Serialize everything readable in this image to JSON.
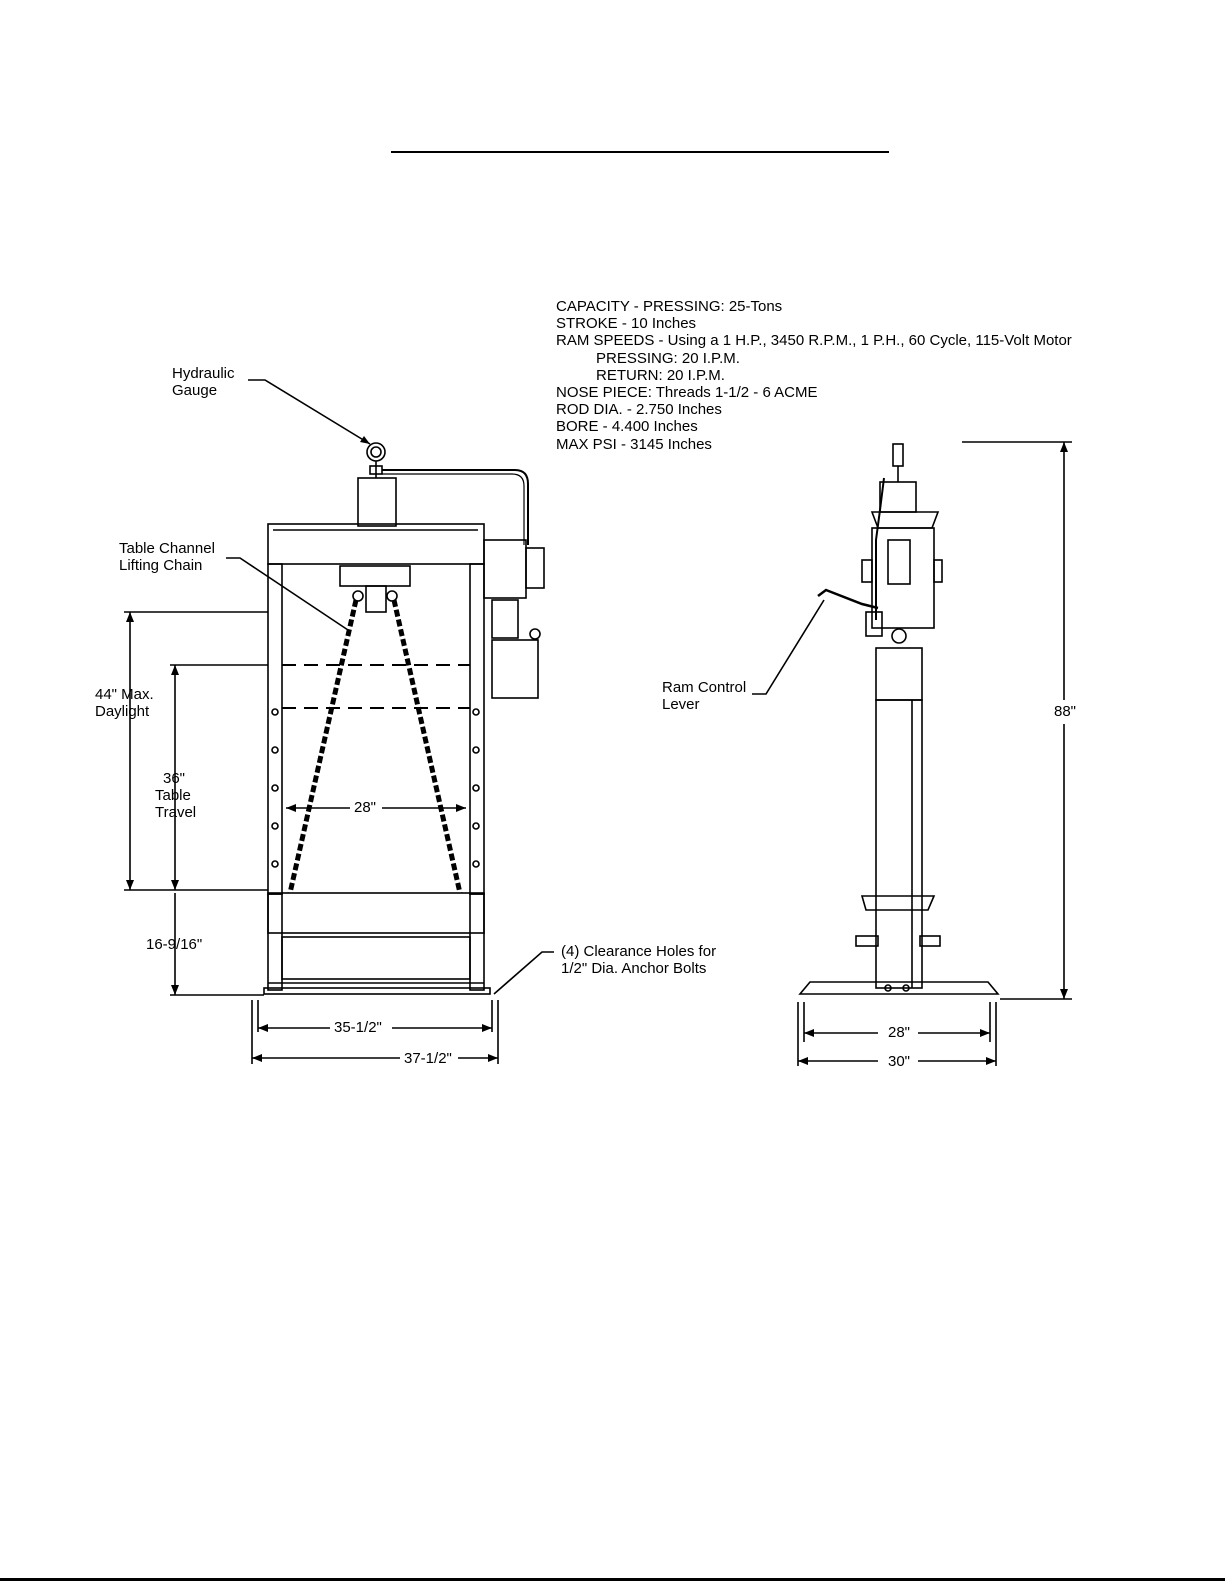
{
  "specs": [
    {
      "text": "CAPACITY - PRESSING: 25-Tons",
      "indent": false
    },
    {
      "text": "STROKE - 10 Inches",
      "indent": false
    },
    {
      "text": "RAM SPEEDS - Using a 1 H.P., 3450 R.P.M., 1 P.H., 60 Cycle, 115-Volt Motor",
      "indent": false
    },
    {
      "text": "PRESSING: 20 I.P.M.",
      "indent": true
    },
    {
      "text": "RETURN: 20 I.P.M.",
      "indent": true
    },
    {
      "text": "NOSE PIECE: Threads 1-1/2 - 6 ACME",
      "indent": false
    },
    {
      "text": "ROD DIA. - 2.750 Inches",
      "indent": false
    },
    {
      "text": "BORE - 4.400 Inches",
      "indent": false
    },
    {
      "text": "MAX PSI - 3145 Inches",
      "indent": false
    }
  ],
  "callouts": {
    "gauge_1": "Hydraulic",
    "gauge_2": "Gauge",
    "chain_1": "Table Channel",
    "chain_2": "Lifting Chain",
    "daylight_1": "44\" Max.",
    "daylight_2": "Daylight",
    "travel_1": "36\"",
    "travel_2": "Table",
    "travel_3": "Travel",
    "bottom_height": "16-9/16\"",
    "inner_width": "28\"",
    "base_inner": "35-1/2\"",
    "base_outer": "37-1/2\"",
    "holes_1": "(4) Clearance Holes for",
    "holes_2": "1/2\" Dia. Anchor Bolts",
    "lever_1": "Ram Control",
    "lever_2": "Lever",
    "height_total": "88\"",
    "side_inner": "28\"",
    "side_outer": "30\""
  }
}
